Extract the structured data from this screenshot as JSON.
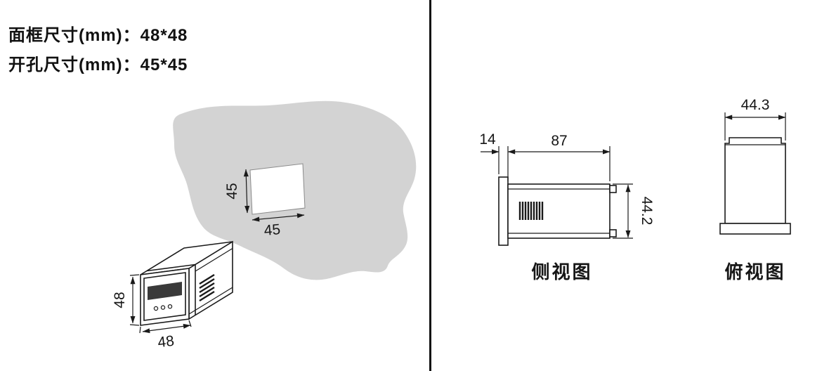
{
  "colors": {
    "panel_gray": "#d3d3d3",
    "line": "#1a1a1a"
  },
  "header": {
    "frame_size_label": "面框尺寸(mm)：48*48",
    "cutout_size_label": "开孔尺寸(mm)：45*45"
  },
  "cutout_diagram": {
    "height_dim": "45",
    "width_dim": "45"
  },
  "meter_3d": {
    "height_dim": "48",
    "width_dim": "48"
  },
  "side_view": {
    "bezel_depth_dim": "14",
    "body_length_dim": "87",
    "height_dim": "44.2",
    "caption": "侧视图"
  },
  "top_view": {
    "width_dim": "44.3",
    "caption": "俯视图"
  }
}
